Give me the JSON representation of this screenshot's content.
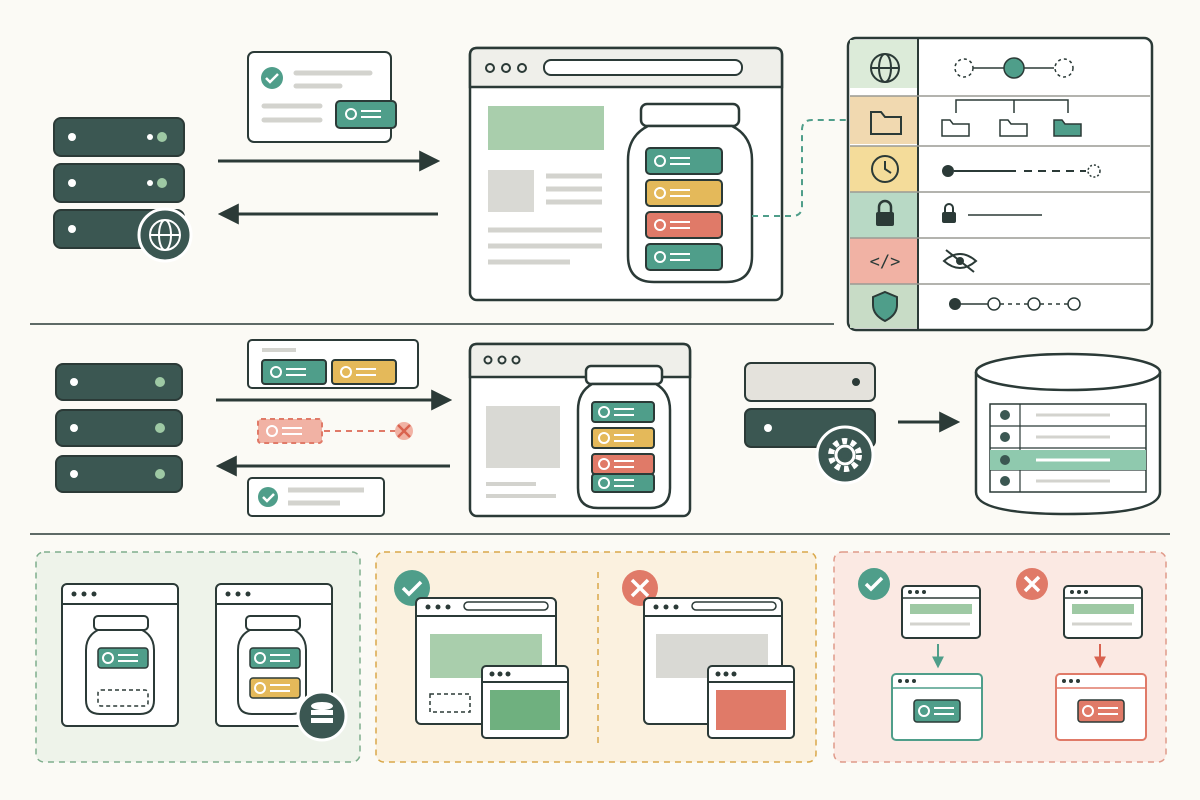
{
  "colors": {
    "background": "#fbfaf5",
    "ink": "#2b3a37",
    "server_dark": "#3b5752",
    "green": "#9ec9a4",
    "green_dark": "#3d8f7a",
    "teal": "#4f9e8a",
    "yellow": "#e4b95a",
    "yellow_light": "#f4dc9a",
    "red": "#e07a68",
    "red_light": "#f1b2a4",
    "gray_fill": "#d9d9d4",
    "gray_line": "#cfcfca",
    "panel_green_bg": "#eef3ea",
    "panel_yellow_bg": "#fbf1df",
    "panel_red_bg": "#fbe9e3"
  },
  "icons": {
    "settings_sidebar": [
      "globe-icon",
      "folder-icon",
      "clock-icon",
      "lock-icon",
      "code-icon",
      "shield-icon"
    ],
    "status": [
      "check-icon",
      "cross-icon"
    ],
    "misc": [
      "gear-icon",
      "database-icon",
      "eye-off-icon",
      "key-icon"
    ]
  },
  "cookie_jar": {
    "top_row_colors": [
      "green",
      "yellow",
      "red",
      "teal"
    ],
    "middle_row_colors": [
      "teal",
      "yellow",
      "red",
      "teal"
    ]
  },
  "bottom_panels": [
    {
      "tone": "green",
      "status": [
        "none"
      ]
    },
    {
      "tone": "yellow",
      "status": [
        "check",
        "cross"
      ]
    },
    {
      "tone": "red",
      "status": [
        "check",
        "cross"
      ]
    }
  ]
}
